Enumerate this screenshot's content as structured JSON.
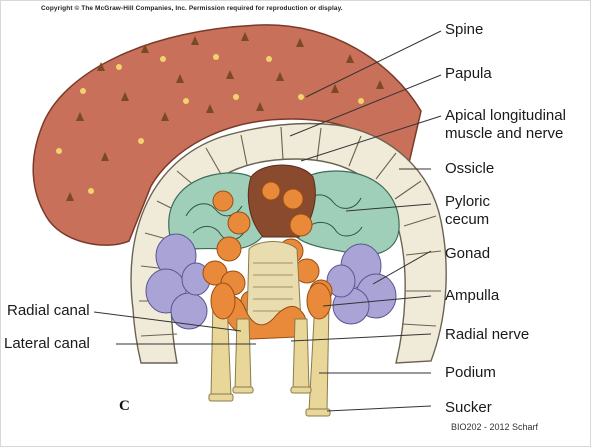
{
  "copyright": "Copyright © The McGraw-Hill Companies, Inc. Permission required for reproduction or display.",
  "panel_letter": "C",
  "credit": "BIO202 - 2012 Scharf",
  "labels": {
    "spine": "Spine",
    "papula": "Papula",
    "apical_1": "Apical longitudinal",
    "apical_2": "muscle and nerve",
    "ossicle": "Ossicle",
    "pyloric_1": "Pyloric",
    "pyloric_2": "cecum",
    "gonad": "Gonad",
    "ampulla": "Ampulla",
    "radial_canal": "Radial canal",
    "lateral_canal": "Lateral canal",
    "radial_nerve": "Radial nerve",
    "podium": "Podium",
    "sucker": "Sucker"
  },
  "colors": {
    "body_wall": "#c9705a",
    "ossicle": "#f0ead8",
    "pyloric_cecum": "#9fcfb8",
    "gonad": "#a9a3d6",
    "ampulla": "#e88a3a",
    "podium": "#e9d79a",
    "leader_line": "#333333"
  }
}
